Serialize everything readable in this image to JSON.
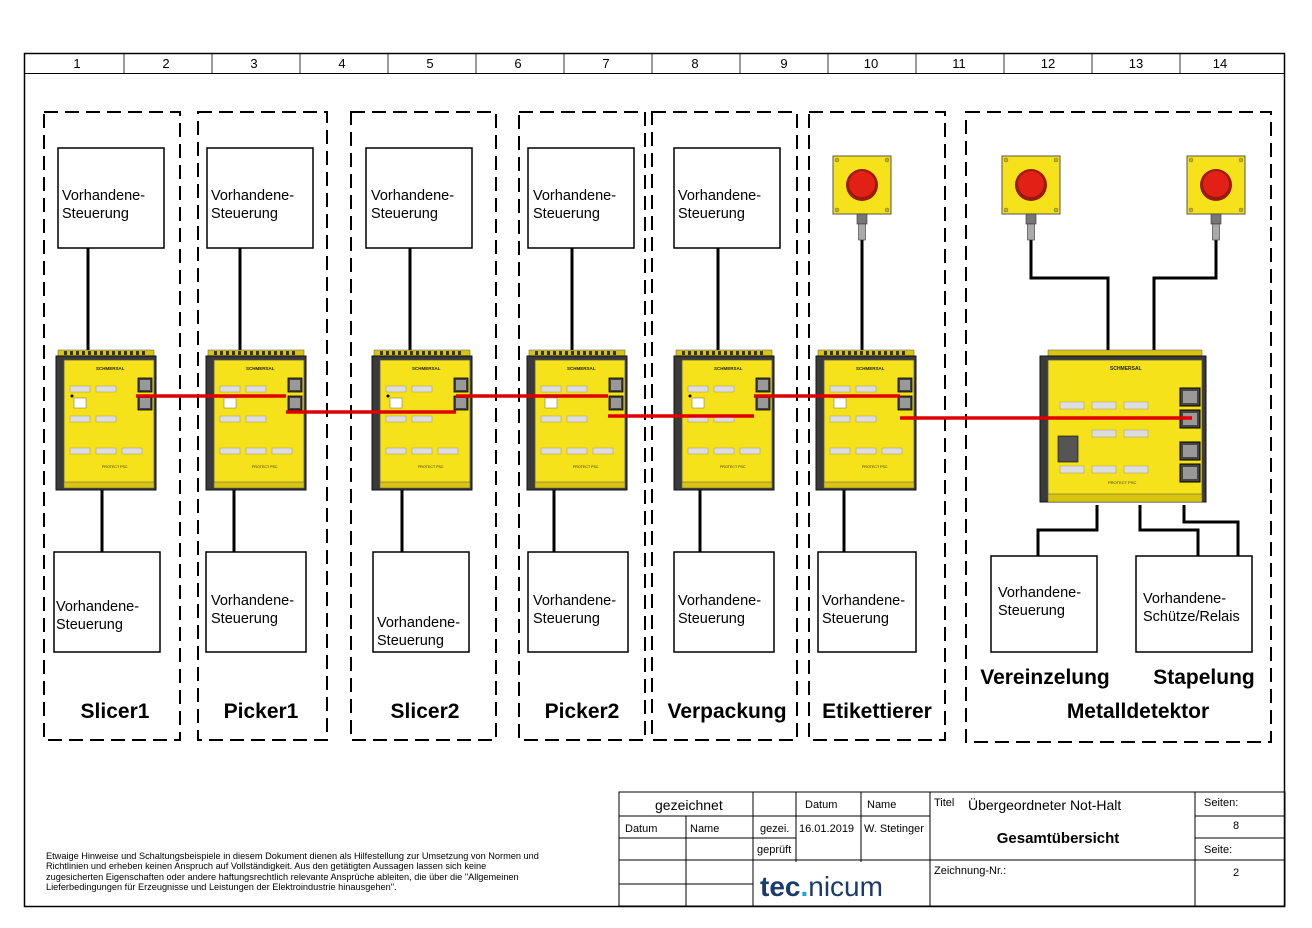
{
  "ruler": [
    "1",
    "2",
    "3",
    "4",
    "5",
    "6",
    "7",
    "8",
    "9",
    "10",
    "11",
    "12",
    "13",
    "14"
  ],
  "boxes": {
    "b1": [
      "Vorhandene-",
      "Steuerung"
    ],
    "b2": [
      "Vorhandene-",
      "Steuerung"
    ],
    "b3": [
      "Vorhandene-",
      "Steuerung"
    ],
    "b4": [
      "Vorhandene-",
      "Steuerung"
    ],
    "b5": [
      "Vorhandene-",
      "Steuerung"
    ],
    "b6": [
      "Vorhandene-",
      "Steuerung"
    ],
    "b7": [
      "Vorhandene-",
      "Steuerung"
    ],
    "b8": [
      "Vorhandene-",
      "Steuerung"
    ],
    "b9": [
      "Vorhandene-",
      "Steuerung"
    ],
    "b10": [
      "Vorhandene-",
      "Steuerung"
    ],
    "b11": [
      "Vorhandene-",
      "Steuerung"
    ],
    "b12": [
      "Vorhandene-",
      "Schütze/Relais"
    ]
  },
  "stations": {
    "slicer1": "Slicer1",
    "picker1": "Picker1",
    "slicer2": "Slicer2",
    "picker2": "Picker2",
    "verpackung": "Verpackung",
    "etikettierer": "Etikettierer",
    "vereinzelung": "Vereinzelung",
    "stapelung": "Stapelung",
    "metalldetektor": "Metalldetektor"
  },
  "module": {
    "brand": "SCHMERSAL",
    "model": "PROTECT PSC"
  },
  "colors": {
    "link": "#e00000",
    "module": "#f5e21a",
    "estop_box": "#f5e21a",
    "estop_button": "#e00000"
  },
  "title_block": {
    "drawn": "gezeichnet",
    "date_col": "Datum",
    "name_col": "Name",
    "drawn_row": "gezei.",
    "checked_row": "geprüft",
    "date_value": "16.01.2019",
    "name_value": "W. Stetinger",
    "title_label": "Titel",
    "title_value": "Übergeordneter Not-Halt",
    "subtitle": "Gesamtübersicht",
    "drawing_no": "Zeichnung-Nr.:",
    "pages_label": "Seiten:",
    "pages_value": "8",
    "page_label": "Seite:",
    "page_value": "2",
    "logo_a": "tec",
    "logo_dot": ".",
    "logo_b": "nicum"
  },
  "disclaimer": [
    "Etwaige Hinweise und Schaltungsbeispiele in diesem Dokument dienen als Hilfestellung zur Umsetzung von Normen und",
    "Richtlinien und erheben keinen Anspruch auf Vollständigkeit. Aus den getätigten Aussagen lassen sich keine",
    "zugesicherten Eigenschaften oder andere haftungsrechtlich relevante Ansprüche ableiten, die über die \"Allgemeinen",
    "Lieferbedingungen für Erzeugnisse und Leistungen der Elektroindustrie hinausgehen\"."
  ]
}
